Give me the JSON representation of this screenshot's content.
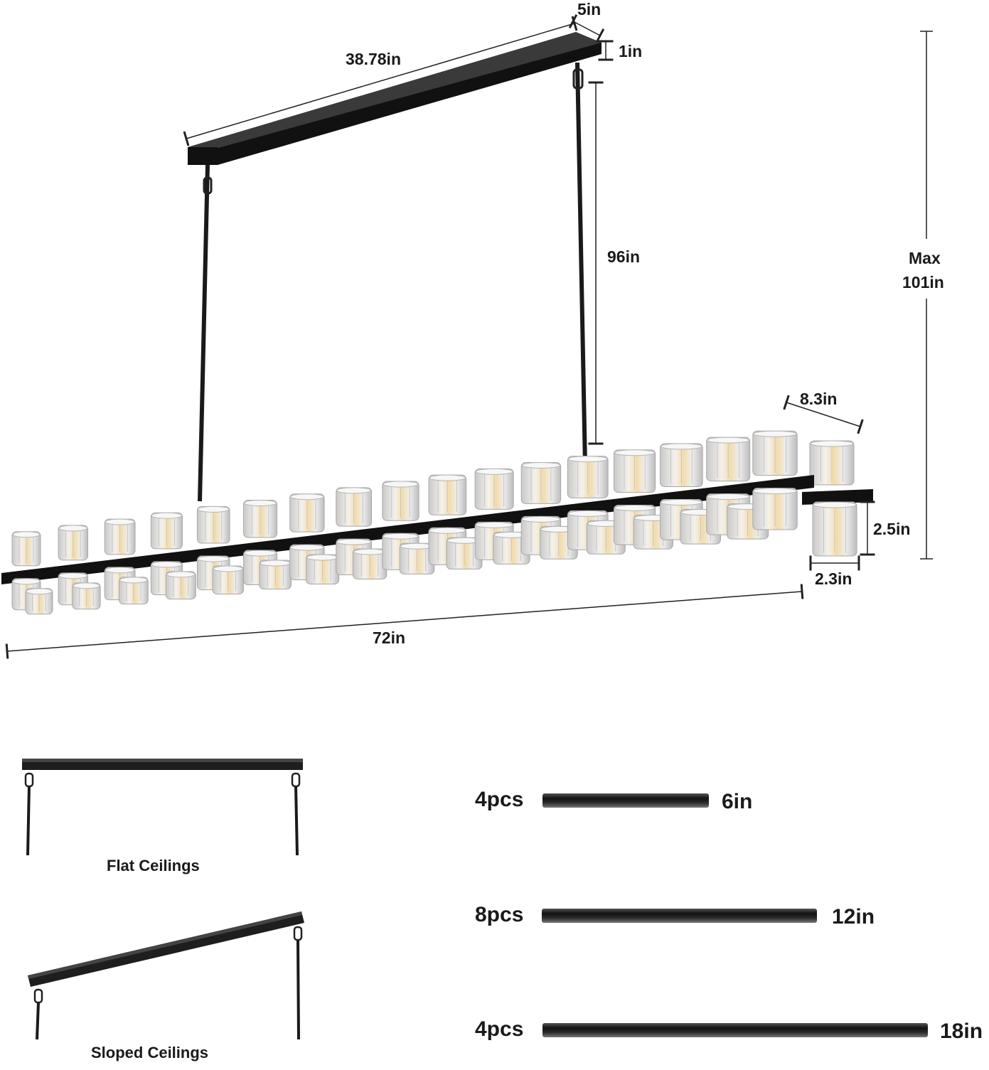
{
  "dimensions": {
    "canopy_length": "38.78in",
    "canopy_width": "5in",
    "canopy_height": "1in",
    "rod_length": "96in",
    "max_height_line1": "Max",
    "max_height_line2": "101in",
    "shade_depth": "8.3in",
    "shade_height": "2.5in",
    "shade_width": "2.3in",
    "fixture_length": "72in"
  },
  "ceiling_types": {
    "flat": "Flat Ceilings",
    "sloped": "Sloped Ceilings"
  },
  "rods": [
    {
      "count": "4pcs",
      "length": "6in"
    },
    {
      "count": "8pcs",
      "length": "12in"
    },
    {
      "count": "4pcs",
      "length": "18in"
    }
  ],
  "colors": {
    "metal": "#151515",
    "glass": "#dcdcdc",
    "glass_glow": "#f2dcaa",
    "line": "#222222"
  }
}
